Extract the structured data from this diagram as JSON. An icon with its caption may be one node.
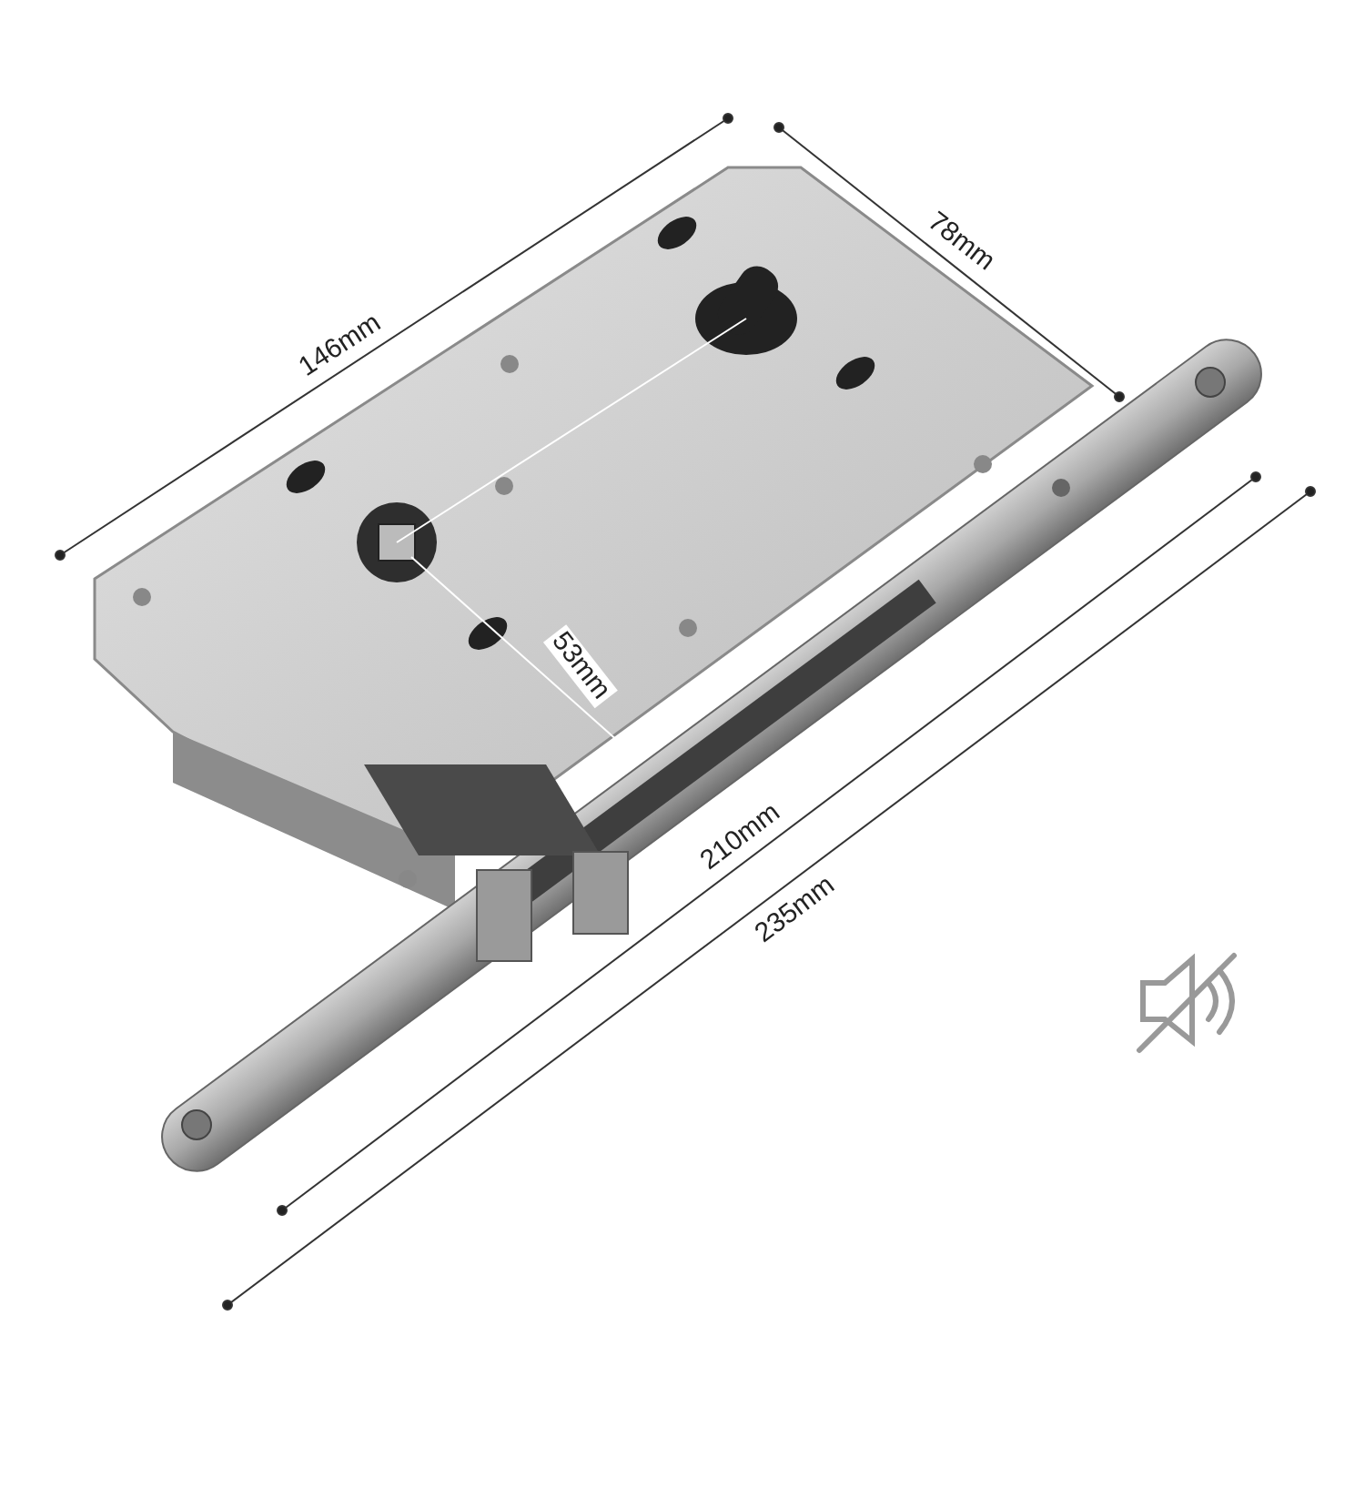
{
  "diagram": {
    "labels": [
      "146mm",
      "78mm",
      "53mm",
      "210mm",
      "235mm"
    ]
  }
}
